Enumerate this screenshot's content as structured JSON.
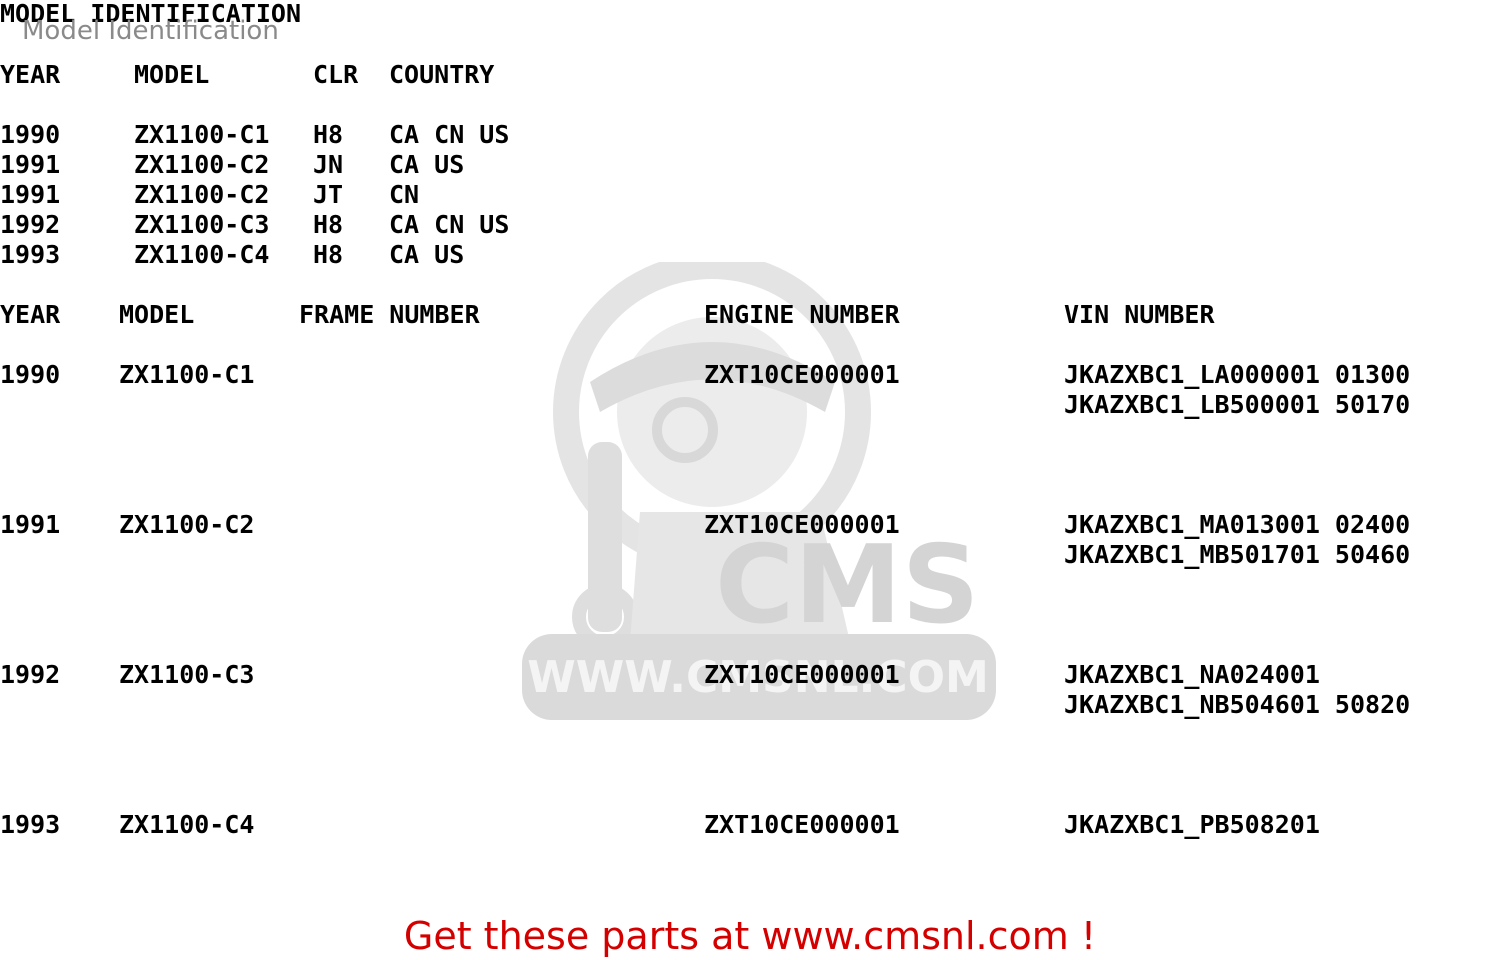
{
  "header": {
    "title": "MODEL IDENTIFICATION",
    "subtitle": "Model Identification"
  },
  "model_table": {
    "headers": {
      "year": "YEAR",
      "model": "MODEL",
      "clr": "CLR",
      "country": "COUNTRY"
    },
    "rows": [
      {
        "year": "1990",
        "model": "ZX1100-C1",
        "clr": "H8",
        "country": "CA CN US"
      },
      {
        "year": "1991",
        "model": "ZX1100-C2",
        "clr": "JN",
        "country": "CA US"
      },
      {
        "year": "1991",
        "model": "ZX1100-C2",
        "clr": "JT",
        "country": "CN"
      },
      {
        "year": "1992",
        "model": "ZX1100-C3",
        "clr": "H8",
        "country": "CA CN US"
      },
      {
        "year": "1993",
        "model": "ZX1100-C4",
        "clr": "H8",
        "country": "CA US"
      }
    ]
  },
  "number_table": {
    "headers": {
      "year": "YEAR",
      "model": "MODEL",
      "frame": "FRAME NUMBER",
      "engine": "ENGINE NUMBER",
      "vin": "VIN NUMBER"
    },
    "rows": [
      {
        "year": "1990",
        "model": "ZX1100-C1",
        "frame": "",
        "engine": "ZXT10CE000001",
        "vin": [
          "JKAZXBC1_LA000001 01300",
          "JKAZXBC1_LB500001 50170"
        ]
      },
      {
        "year": "1991",
        "model": "ZX1100-C2",
        "frame": "",
        "engine": "ZXT10CE000001",
        "vin": [
          "JKAZXBC1_MA013001 02400",
          "JKAZXBC1_MB501701 50460"
        ]
      },
      {
        "year": "1992",
        "model": "ZX1100-C3",
        "frame": "",
        "engine": "ZXT10CE000001",
        "vin": [
          "JKAZXBC1_NA024001",
          "JKAZXBC1_NB504601 50820"
        ]
      },
      {
        "year": "1993",
        "model": "ZX1100-C4",
        "frame": "",
        "engine": "ZXT10CE000001",
        "vin": [
          "JKAZXBC1_PB508201"
        ]
      }
    ]
  },
  "watermark": {
    "brand": "CMS",
    "url": "WWW.CMSNL.COM"
  },
  "footer": {
    "link_text": "Get these parts at www.cmsnl.com !"
  },
  "colors": {
    "text": "#000000",
    "subtitle": "#8a8a8a",
    "footer": "#d40000",
    "watermark": "#d9d9d9"
  }
}
